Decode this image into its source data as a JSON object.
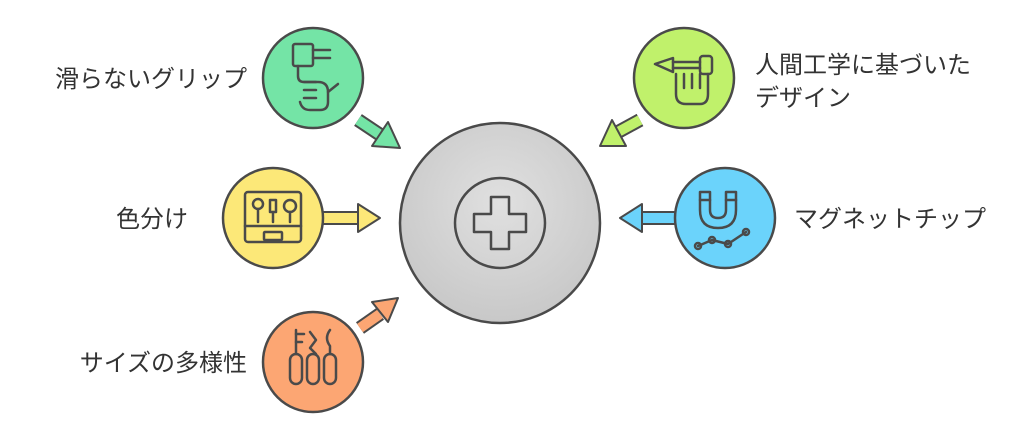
{
  "center": {
    "icon": "plus-icon"
  },
  "features": [
    {
      "id": "grip",
      "lines": [
        "滑らないグリップ"
      ],
      "icon": "hand-grip-icon",
      "color": "#74E4A6"
    },
    {
      "id": "ergo",
      "lines": [
        "人間工学に基づいた",
        "デザイン"
      ],
      "icon": "hand-tool-icon",
      "color": "#C0F16B"
    },
    {
      "id": "color",
      "lines": [
        "色分け"
      ],
      "icon": "toolbox-icon",
      "color": "#FCE878"
    },
    {
      "id": "magnet",
      "lines": [
        "マグネットチップ"
      ],
      "icon": "magnet-icon",
      "color": "#6BD3FB"
    },
    {
      "id": "size",
      "lines": [
        "サイズの多様性"
      ],
      "icon": "screwdriver-set-icon",
      "color": "#FCA673"
    }
  ],
  "colors": {
    "center_fill": "#D4D4D4",
    "stroke": "#4A4A4A",
    "text": "#333333"
  }
}
